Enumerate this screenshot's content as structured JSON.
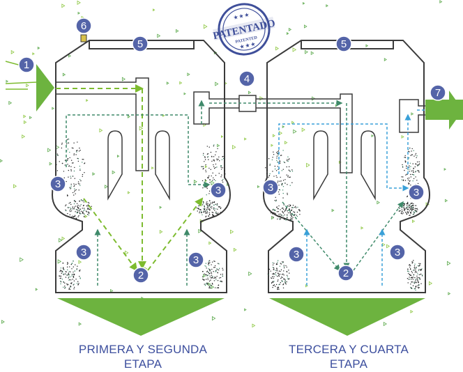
{
  "seal": {
    "text_top": "PATENTADO",
    "text_bottom": "PATENTED"
  },
  "markers": [
    "1",
    "2",
    "3",
    "4",
    "5",
    "6",
    "7"
  ],
  "stages": [
    {
      "line1": "PRIMERA Y SEGUNDA",
      "line2": "ETAPA"
    },
    {
      "line1": "TERCERA Y CUARTA",
      "line2": "ETAPA"
    }
  ],
  "colors": {
    "outline": "#3a3a3a",
    "badge": "#5464a8",
    "badge_ring": "#ffffff",
    "flow_light_green": "#7dbb2f",
    "flow_dark_green": "#3f8a6a",
    "flow_blue": "#3aa0d8",
    "arrow_green": "#6db33f",
    "label_blue": "#3d4f9e",
    "seal_blue": "#3f4f9a"
  },
  "icons": {
    "inlet": "arrow-in-icon",
    "outlet": "arrow-out-icon",
    "hopper": "hopper-triangle-icon",
    "seal": "patent-seal-icon"
  }
}
